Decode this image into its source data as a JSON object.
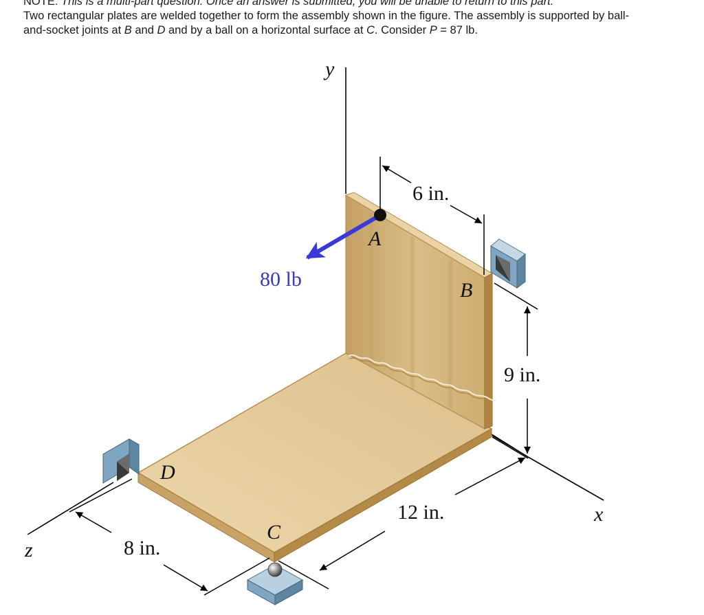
{
  "problem": {
    "note_label": "NOTE:",
    "note_text": "This is a multi-part question. Once an answer is submitted, you will be unable to return to this part.",
    "line1": "Two rectangular plates are welded together to form the assembly shown in the figure. The assembly is supported by ball-",
    "line2_a": "and-socket joints at ",
    "B": "B",
    "line2_b": " and ",
    "D": "D",
    "line2_c": " and by a ball on a horizontal surface at ",
    "C": "C",
    "line2_d": ". Consider ",
    "P": "P",
    "line2_e": " = 87 lb."
  },
  "figure": {
    "axis_y": "y",
    "axis_x": "x",
    "axis_z": "z",
    "point_A": "A",
    "point_B": "B",
    "point_C": "C",
    "point_D": "D",
    "force": "80 lb",
    "dim_6": "6 in.",
    "dim_9": "9 in.",
    "dim_12": "12 in.",
    "dim_8": "8 in.",
    "colors": {
      "plate_face": "#d3b57f",
      "plate_top": "#e9d3a8",
      "plate_edge": "#b48a47",
      "force_arrow": "#3a3ad8",
      "force_text": "#3a3ab8",
      "support": "#7fa6c2"
    }
  }
}
